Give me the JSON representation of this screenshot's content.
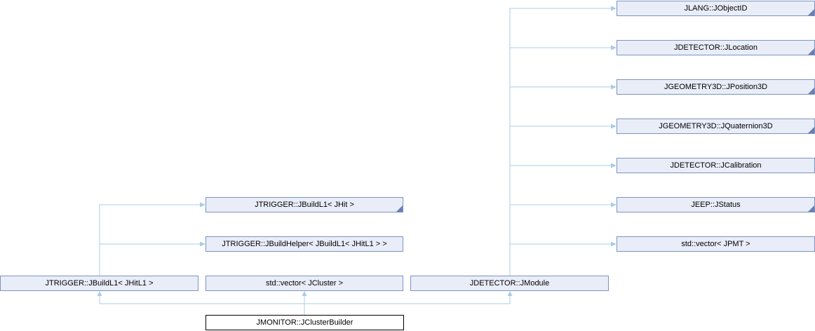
{
  "colors": {
    "node_fill": "#e9edf8",
    "node_border": "#7e92c1",
    "edge": "#a8cce6",
    "fold": "#6a7eb5",
    "main_border": "#000000",
    "main_fill": "#ffffff"
  },
  "nodes": {
    "jobjectid": {
      "label": "JLANG::JObjectID"
    },
    "jlocation": {
      "label": "JDETECTOR::JLocation"
    },
    "jposition3d": {
      "label": "JGEOMETRY3D::JPosition3D"
    },
    "jquaternion3d": {
      "label": "JGEOMETRY3D::JQuaternion3D"
    },
    "jcalibration": {
      "label": "JDETECTOR::JCalibration"
    },
    "jstatus": {
      "label": "JEEP::JStatus"
    },
    "vector_jpmt": {
      "label": "std::vector< JPMT >"
    },
    "jbuildl1_jhit": {
      "label": "JTRIGGER::JBuildL1< JHit >"
    },
    "jbuildhelper": {
      "label": "JTRIGGER::JBuildHelper< JBuildL1< JHitL1 > >"
    },
    "jbuildl1_jhitl1": {
      "label": "JTRIGGER::JBuildL1< JHitL1 >"
    },
    "vector_jcluster": {
      "label": "std::vector< JCluster >"
    },
    "jmodule": {
      "label": "JDETECTOR::JModule"
    },
    "jclusterbuilder": {
      "label": "JMONITOR::JClusterBuilder"
    }
  }
}
